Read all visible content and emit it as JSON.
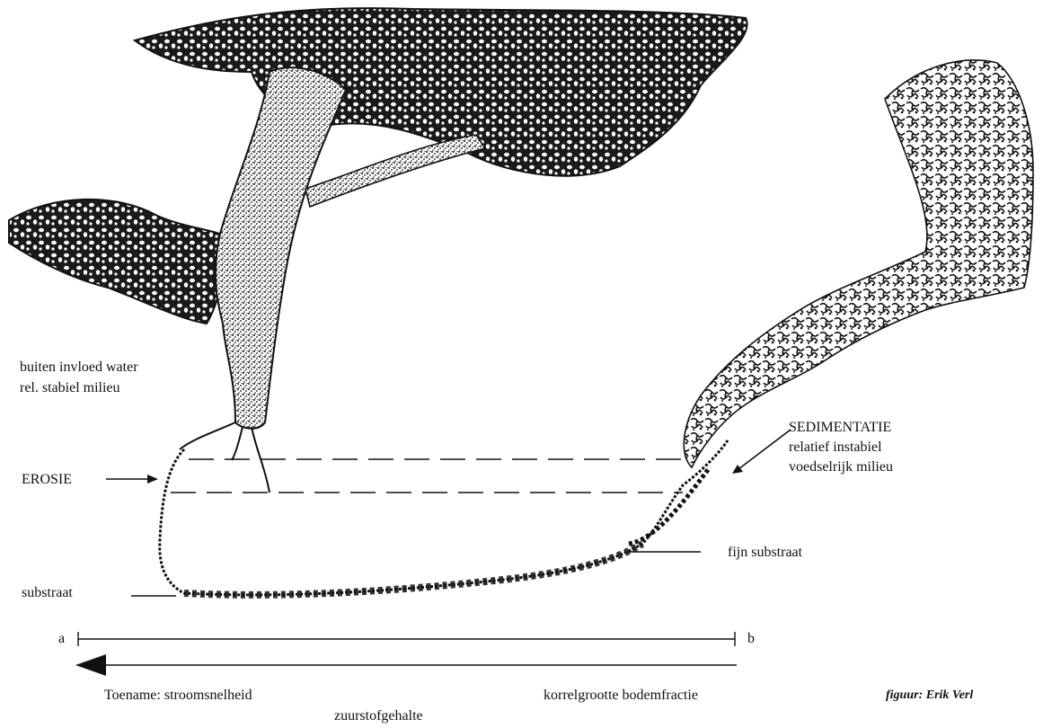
{
  "labels": {
    "outside_water_line1": "buiten invloed water",
    "outside_water_line2": "rel. stabiel milieu",
    "erosion": "EROSIE",
    "substrate": "substraat",
    "sedimentation_title": "SEDIMENTATIE",
    "sedimentation_line2": "relatief instabiel",
    "sedimentation_line3": "voedselrijk milieu",
    "fine_substrate": "fijn substraat",
    "end_a": "a",
    "end_b": "b",
    "increase_line1": "Toename: stroomsnelheid",
    "increase_right": "korrelgrootte bodemfractie",
    "increase_line2": "zuurstofgehalte",
    "credit": "figuur: Erik Verl"
  },
  "colors": {
    "ink": "#111111",
    "paper": "#ffffff"
  }
}
